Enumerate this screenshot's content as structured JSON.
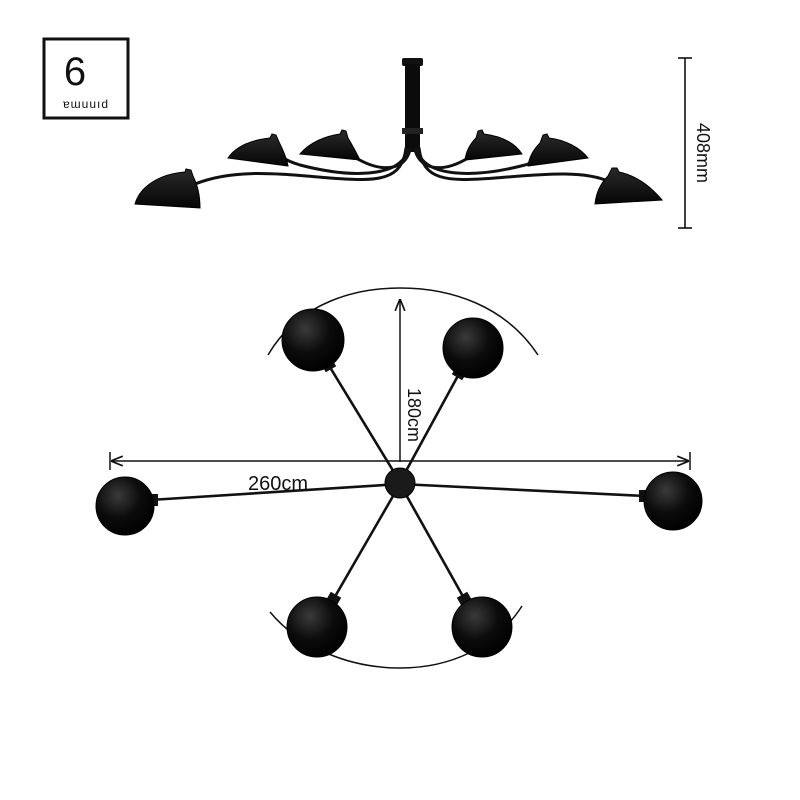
{
  "badge": {
    "count": "6",
    "caption": "ɐɯuuıd"
  },
  "dimensions": {
    "height": "408mm",
    "depth": "180cm",
    "width": "260cm"
  },
  "colors": {
    "ink": "#111111",
    "lamp": "#0a0a0a",
    "background": "#ffffff"
  }
}
